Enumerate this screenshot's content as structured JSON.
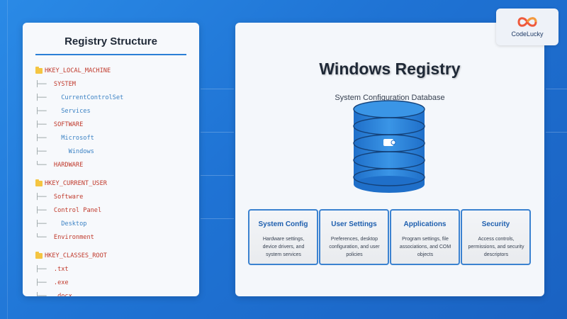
{
  "left_panel": {
    "title": "Registry Structure",
    "hives": [
      {
        "name": "HKEY_LOCAL_MACHINE",
        "rows": [
          {
            "branch": "├──",
            "label": "SYSTEM",
            "level": 1
          },
          {
            "branch": "├──",
            "label": "CurrentControlSet",
            "level": 2
          },
          {
            "branch": "├──",
            "label": "Services",
            "level": 2
          },
          {
            "branch": "├──",
            "label": "SOFTWARE",
            "level": 1
          },
          {
            "branch": "├──",
            "label": "Microsoft",
            "level": 2
          },
          {
            "branch": "├──",
            "label": "Windows",
            "level": 3
          },
          {
            "branch": "└──",
            "label": "HARDWARE",
            "level": 1
          }
        ]
      },
      {
        "name": "HKEY_CURRENT_USER",
        "rows": [
          {
            "branch": "├──",
            "label": "Software",
            "level": 1
          },
          {
            "branch": "├──",
            "label": "Control Panel",
            "level": 1
          },
          {
            "branch": "├──",
            "label": "Desktop",
            "level": 2
          },
          {
            "branch": "└──",
            "label": "Environment",
            "level": 1
          }
        ]
      },
      {
        "name": "HKEY_CLASSES_ROOT",
        "rows": [
          {
            "branch": "├──",
            "label": ".txt",
            "level": 1
          },
          {
            "branch": "├──",
            "label": ".exe",
            "level": 1
          },
          {
            "branch": "├──",
            "label": ".docx",
            "level": 1
          }
        ]
      }
    ]
  },
  "right_panel": {
    "title": "Windows Registry",
    "subtitle": "System Configuration Database",
    "cards": [
      {
        "title": "System Config",
        "desc": "Hardware settings, device drivers, and system services"
      },
      {
        "title": "User Settings",
        "desc": "Preferences, desktop configuration, and user policies"
      },
      {
        "title": "Applications",
        "desc": "Program settings, file associations, and COM objects"
      },
      {
        "title": "Security",
        "desc": "Access controls, permissions, and security descriptors"
      }
    ]
  },
  "logo": {
    "text": "CodeLucky",
    "icon": "infinity-logo-icon"
  },
  "colors": {
    "background": "#1f73d4",
    "accent": "#2b7fd6",
    "hive_text": "#c0392b",
    "subkey_text": "#3b82c4",
    "cylinder": "#2a86dd",
    "folder": "#f4c542"
  }
}
